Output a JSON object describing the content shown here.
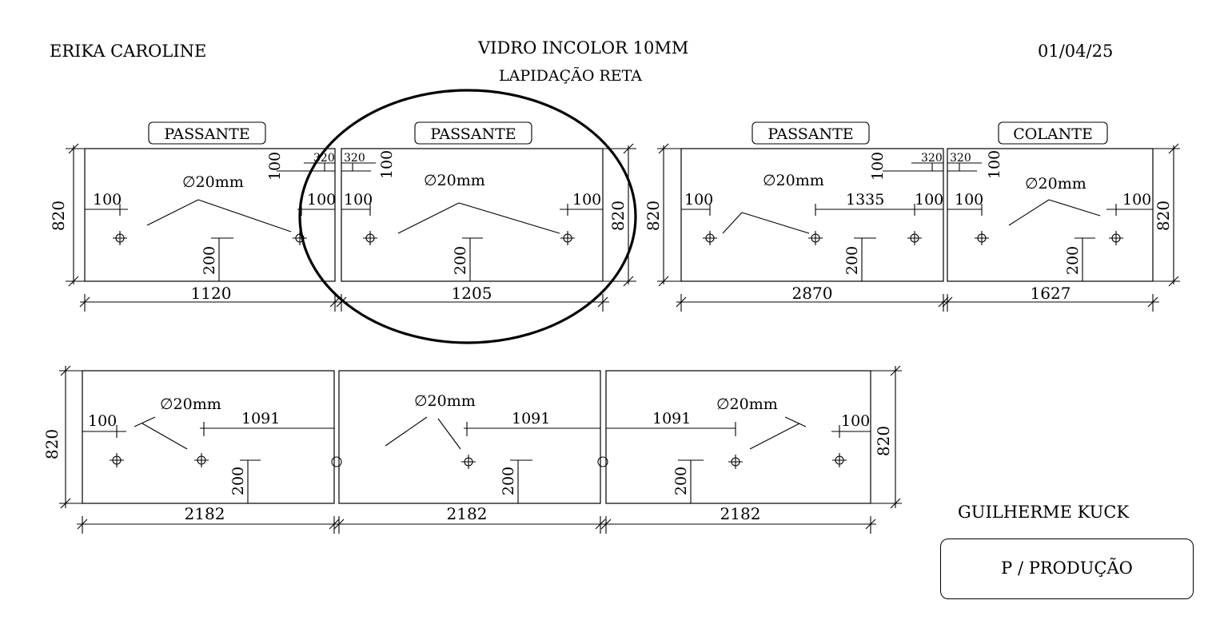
{
  "header": {
    "client": "ERIKA CAROLINE",
    "material": "VIDRO INCOLOR 10MM",
    "finish": "LAPIDAÇÃO RETA",
    "date": "01/04/25"
  },
  "footer": {
    "author": "GUILHERME KUCK",
    "status": "P / PRODUÇÃO"
  },
  "drawing": {
    "hole_label": "∅20mm",
    "row1": {
      "tags": [
        "PASSANTE",
        "PASSANTE",
        "PASSANTE",
        "COLANTE"
      ],
      "widths": [
        "1120",
        "1205",
        "2870",
        "1627"
      ],
      "height": "820",
      "offset_100": "100",
      "offset_200": "200",
      "offset_320": "320",
      "inner_1335": "1335"
    },
    "row2": {
      "widths": [
        "2182",
        "2182",
        "2182"
      ],
      "height": "820",
      "offset_100": "100",
      "offset_200": "200",
      "inner_1091": "1091"
    }
  }
}
